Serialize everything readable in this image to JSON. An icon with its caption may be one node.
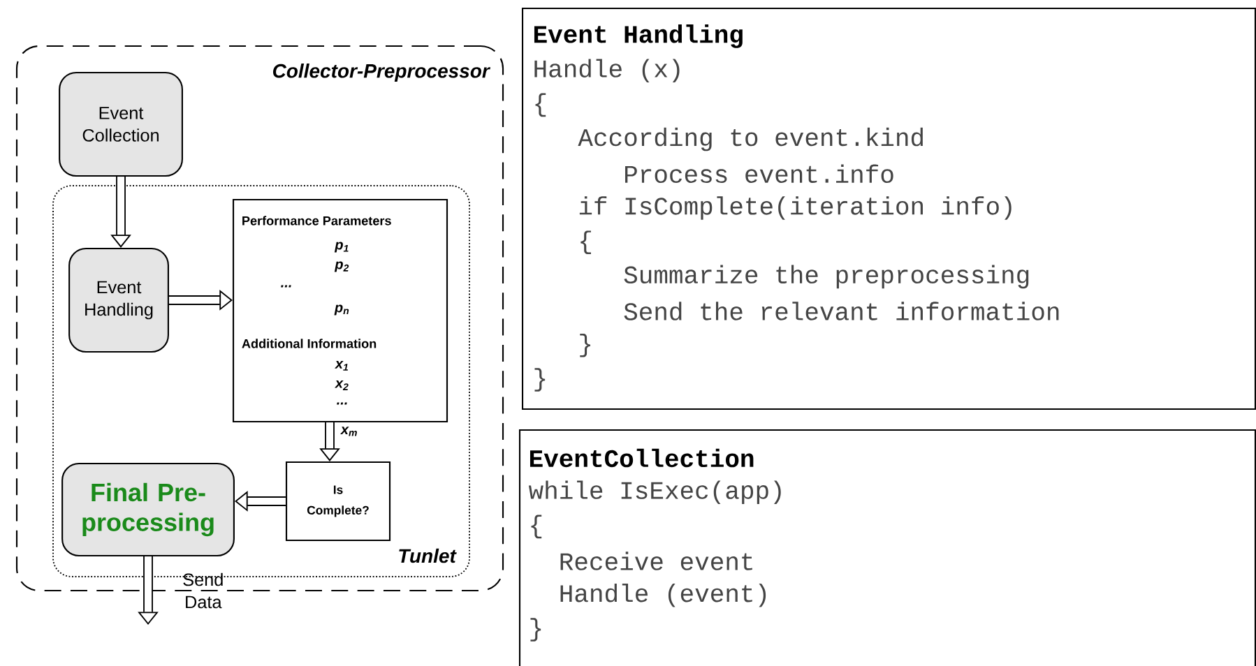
{
  "diagram": {
    "nodes": [
      {
        "text": [
          "Collector-Preprocessor"
        ]
      },
      {
        "text": [
          "Event Collection"
        ],
        "in": 0
      },
      {
        "text": [
          "Tunlet"
        ],
        "in": 0
      },
      {
        "text": [
          "Event Handling"
        ],
        "in": 2
      },
      {
        "text": [
          "Performance Parameters",
          "p$_{1}$",
          "p$_{2}$",
          "...",
          "p$_{n}$",
          "Additional Information",
          "x$_{1}$",
          "x$_{2}$",
          "...",
          "x$_{m}$"
        ],
        "in": 2
      },
      {
        "text": [
          "Is Complete?"
        ],
        "in": 2
      },
      {
        "text": [
          "Final Pre-processing"
        ],
        "in": 2
      },
      {
        "text": [
          "Event Handling",
          "Handle (x)",
          "{",
          "According to event.kind",
          "Process event.info",
          "if IsComplete(iteration info)",
          "{",
          "Summarize the preprocessing",
          "Send the relevant information",
          "}",
          "}"
        ]
      },
      {
        "text": [
          "EventCollection",
          "while IsExec(app)",
          "{",
          "Receive event",
          "Handle (event)",
          "}"
        ]
      }
    ],
    "edges": [
      {
        "from": 1,
        "to": 3,
        "arrow": "to"
      },
      {
        "from": 3,
        "to": 4,
        "arrow": "to"
      },
      {
        "from": 4,
        "to": 5,
        "arrow": "to"
      },
      {
        "from": 5,
        "to": 6,
        "arrow": "to"
      },
      {
        "from": 6,
        "to": null,
        "arrow": "to",
        "label": "Send Data"
      }
    ]
  }
}
